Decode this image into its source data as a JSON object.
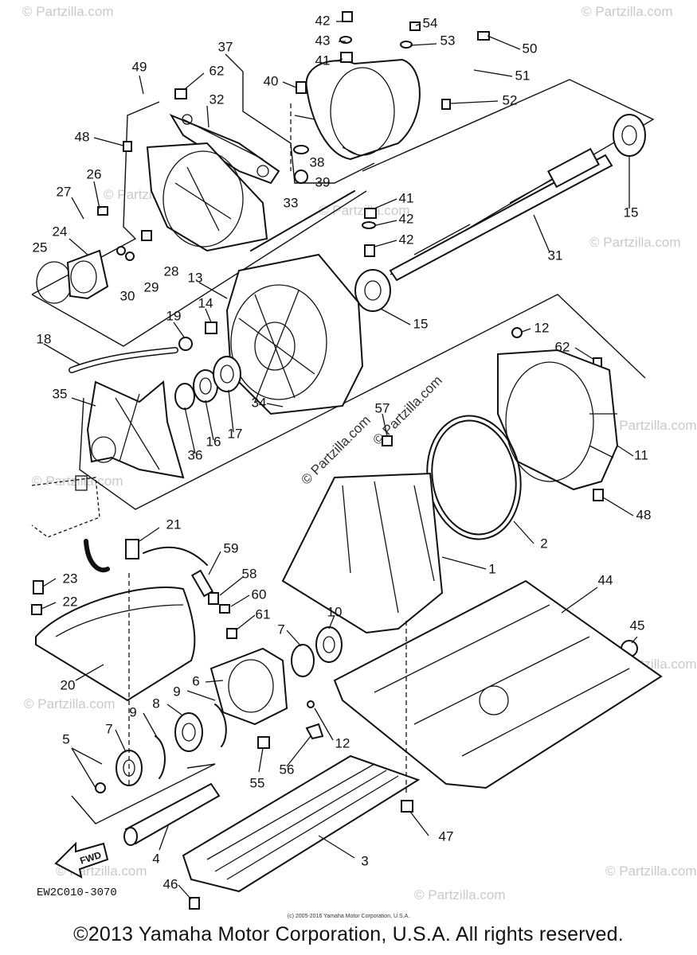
{
  "diagram": {
    "code": "EW2C010-3070",
    "fwd_label": "FWD",
    "watermark": "© Partzilla.com",
    "small_copyright": "(c) 2005-2016 Yamaha Motor Corporation, U.S.A.",
    "copyright": "©2013 Yamaha Motor Corporation, U.S.A. All rights reserved.",
    "labels": [
      "42",
      "43",
      "41",
      "40",
      "37",
      "62",
      "49",
      "32",
      "48",
      "26",
      "27",
      "24",
      "25",
      "30",
      "29",
      "28",
      "33",
      "38",
      "39",
      "54",
      "53",
      "50",
      "51",
      "52",
      "15",
      "31",
      "41",
      "42",
      "42",
      "15",
      "13",
      "14",
      "19",
      "18",
      "35",
      "36",
      "16",
      "17",
      "34",
      "12",
      "62",
      "11",
      "57",
      "48",
      "2",
      "1",
      "21",
      "59",
      "58",
      "60",
      "23",
      "22",
      "20",
      "61",
      "10",
      "7",
      "6",
      "9",
      "8",
      "9",
      "7",
      "5",
      "55",
      "56",
      "12",
      "4",
      "3",
      "47",
      "46",
      "44",
      "45"
    ]
  }
}
